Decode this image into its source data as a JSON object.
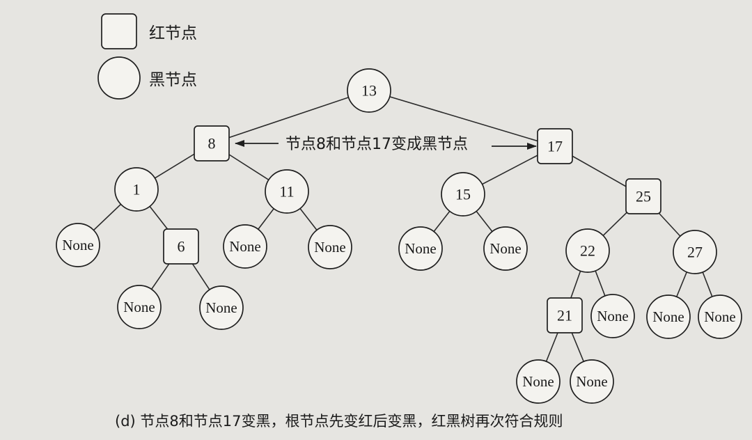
{
  "legend": {
    "red_label": "红节点",
    "black_label": "黑节点"
  },
  "annotation": "节点8和节点17变成黑节点",
  "caption": "(d) 节点8和节点17变黑，根节点先变红后变黑，红黑树再次符合规则",
  "colors": {
    "background": "#e6e5e1",
    "node_fill": "#f4f3ef",
    "stroke": "#1f1f1f"
  },
  "tree": {
    "nodes": [
      {
        "id": "n13",
        "label": "13",
        "shape": "circle"
      },
      {
        "id": "n8",
        "label": "8",
        "shape": "square"
      },
      {
        "id": "n17",
        "label": "17",
        "shape": "square"
      },
      {
        "id": "n1",
        "label": "1",
        "shape": "circle"
      },
      {
        "id": "n11",
        "label": "11",
        "shape": "circle"
      },
      {
        "id": "n15",
        "label": "15",
        "shape": "circle"
      },
      {
        "id": "n25",
        "label": "25",
        "shape": "square"
      },
      {
        "id": "n1L",
        "label": "None",
        "shape": "circle"
      },
      {
        "id": "n6",
        "label": "6",
        "shape": "square"
      },
      {
        "id": "n11L",
        "label": "None",
        "shape": "circle"
      },
      {
        "id": "n11R",
        "label": "None",
        "shape": "circle"
      },
      {
        "id": "n15L",
        "label": "None",
        "shape": "circle"
      },
      {
        "id": "n15R",
        "label": "None",
        "shape": "circle"
      },
      {
        "id": "n22",
        "label": "22",
        "shape": "circle"
      },
      {
        "id": "n27",
        "label": "27",
        "shape": "circle"
      },
      {
        "id": "n6L",
        "label": "None",
        "shape": "circle"
      },
      {
        "id": "n6R",
        "label": "None",
        "shape": "circle"
      },
      {
        "id": "n21",
        "label": "21",
        "shape": "square"
      },
      {
        "id": "n22R",
        "label": "None",
        "shape": "circle"
      },
      {
        "id": "n27L",
        "label": "None",
        "shape": "circle"
      },
      {
        "id": "n27R",
        "label": "None",
        "shape": "circle"
      },
      {
        "id": "n21L",
        "label": "None",
        "shape": "circle"
      },
      {
        "id": "n21R",
        "label": "None",
        "shape": "circle"
      }
    ],
    "edges": [
      [
        "n13",
        "n8"
      ],
      [
        "n13",
        "n17"
      ],
      [
        "n8",
        "n1"
      ],
      [
        "n8",
        "n11"
      ],
      [
        "n17",
        "n15"
      ],
      [
        "n17",
        "n25"
      ],
      [
        "n1",
        "n1L"
      ],
      [
        "n1",
        "n6"
      ],
      [
        "n11",
        "n11L"
      ],
      [
        "n11",
        "n11R"
      ],
      [
        "n15",
        "n15L"
      ],
      [
        "n15",
        "n15R"
      ],
      [
        "n25",
        "n22"
      ],
      [
        "n25",
        "n27"
      ],
      [
        "n6",
        "n6L"
      ],
      [
        "n6",
        "n6R"
      ],
      [
        "n22",
        "n21"
      ],
      [
        "n22",
        "n22R"
      ],
      [
        "n27",
        "n27L"
      ],
      [
        "n27",
        "n27R"
      ],
      [
        "n21",
        "n21L"
      ],
      [
        "n21",
        "n21R"
      ]
    ]
  }
}
